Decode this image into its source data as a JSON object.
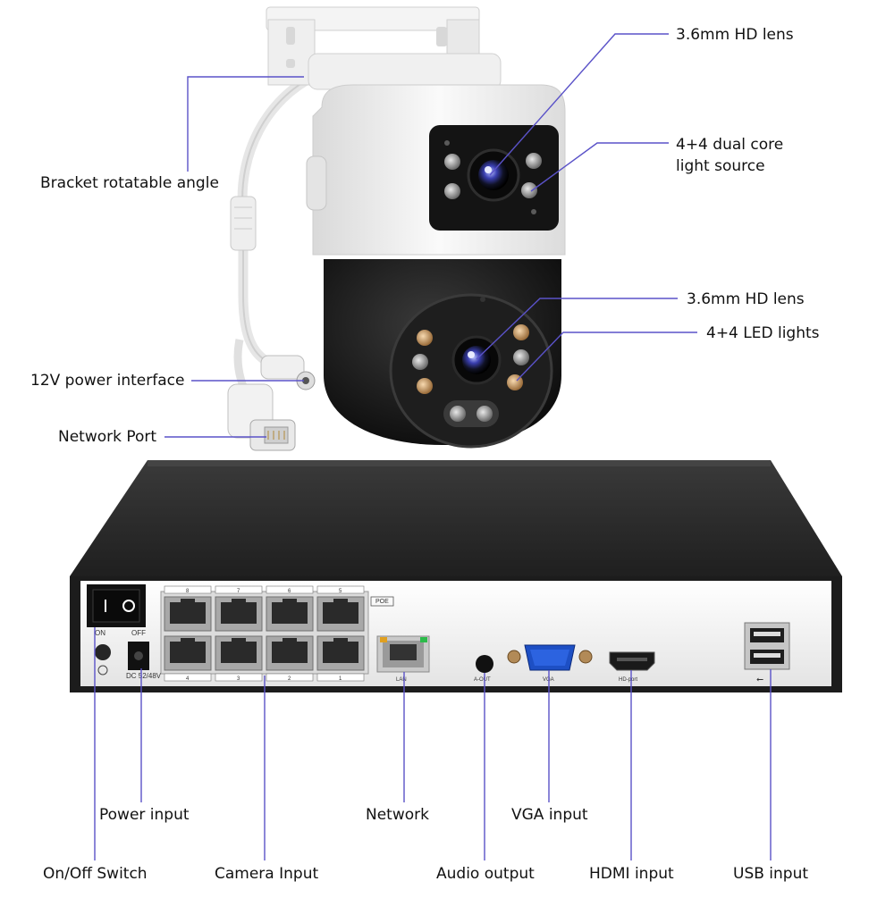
{
  "colors": {
    "leader_line": "#5a52c8",
    "camera_white": "#f2f2f2",
    "camera_black": "#151515",
    "nvr_top": "#2b2b2b",
    "nvr_panel": "#f5f5f5",
    "port_blue": "#1d4fc4"
  },
  "camera_labels": {
    "lens_top": "3.6mm HD lens",
    "light_source_line1": "4+4 dual core",
    "light_source_line2": "light source",
    "lens_bottom": "3.6mm HD lens",
    "led_lights": "4+4 LED lights",
    "bracket": "Bracket rotatable angle",
    "power_interface": "12V power interface",
    "network_port": "Network Port"
  },
  "nvr_labels": {
    "power_input": "Power input",
    "network": "Network",
    "vga_input": "VGA input",
    "onoff_switch": "On/Off Switch",
    "camera_input": "Camera Input",
    "audio_output": "Audio output",
    "hdmi_input": "HDMI input",
    "usb_input": "USB input"
  },
  "panel_print": {
    "on": "ON",
    "off": "OFF",
    "dc": "DC 52/48V",
    "poe": "POE",
    "port_top": [
      "8",
      "7",
      "6",
      "5"
    ],
    "port_bottom": [
      "4",
      "3",
      "2",
      "1"
    ],
    "lan": "LAN",
    "aout": "A-OUT",
    "vga": "VGA",
    "hdport": "HD-port"
  }
}
